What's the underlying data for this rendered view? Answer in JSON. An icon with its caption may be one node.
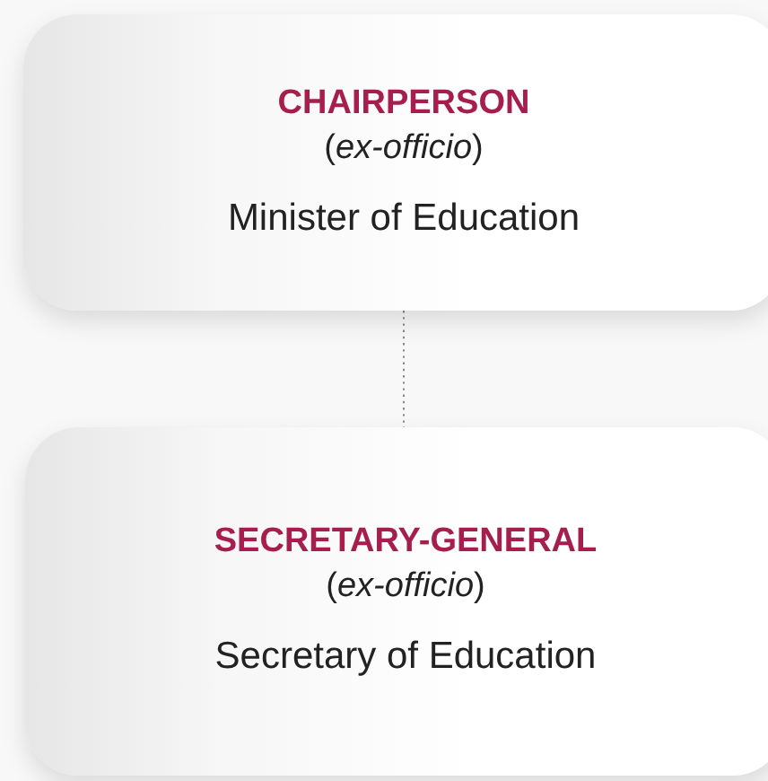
{
  "diagram": {
    "nodes": [
      {
        "text": [
          "CHAIRPERSON",
          "(*ex-officio*)",
          "Minister of Education"
        ]
      },
      {
        "text": [
          "SECRETARY-GENERAL",
          "(*ex-officio*)",
          "Secretary of Education"
        ]
      }
    ],
    "edges": [
      {
        "from": 0,
        "to": 1,
        "arrow": "none",
        "style": "dashed"
      }
    ]
  }
}
